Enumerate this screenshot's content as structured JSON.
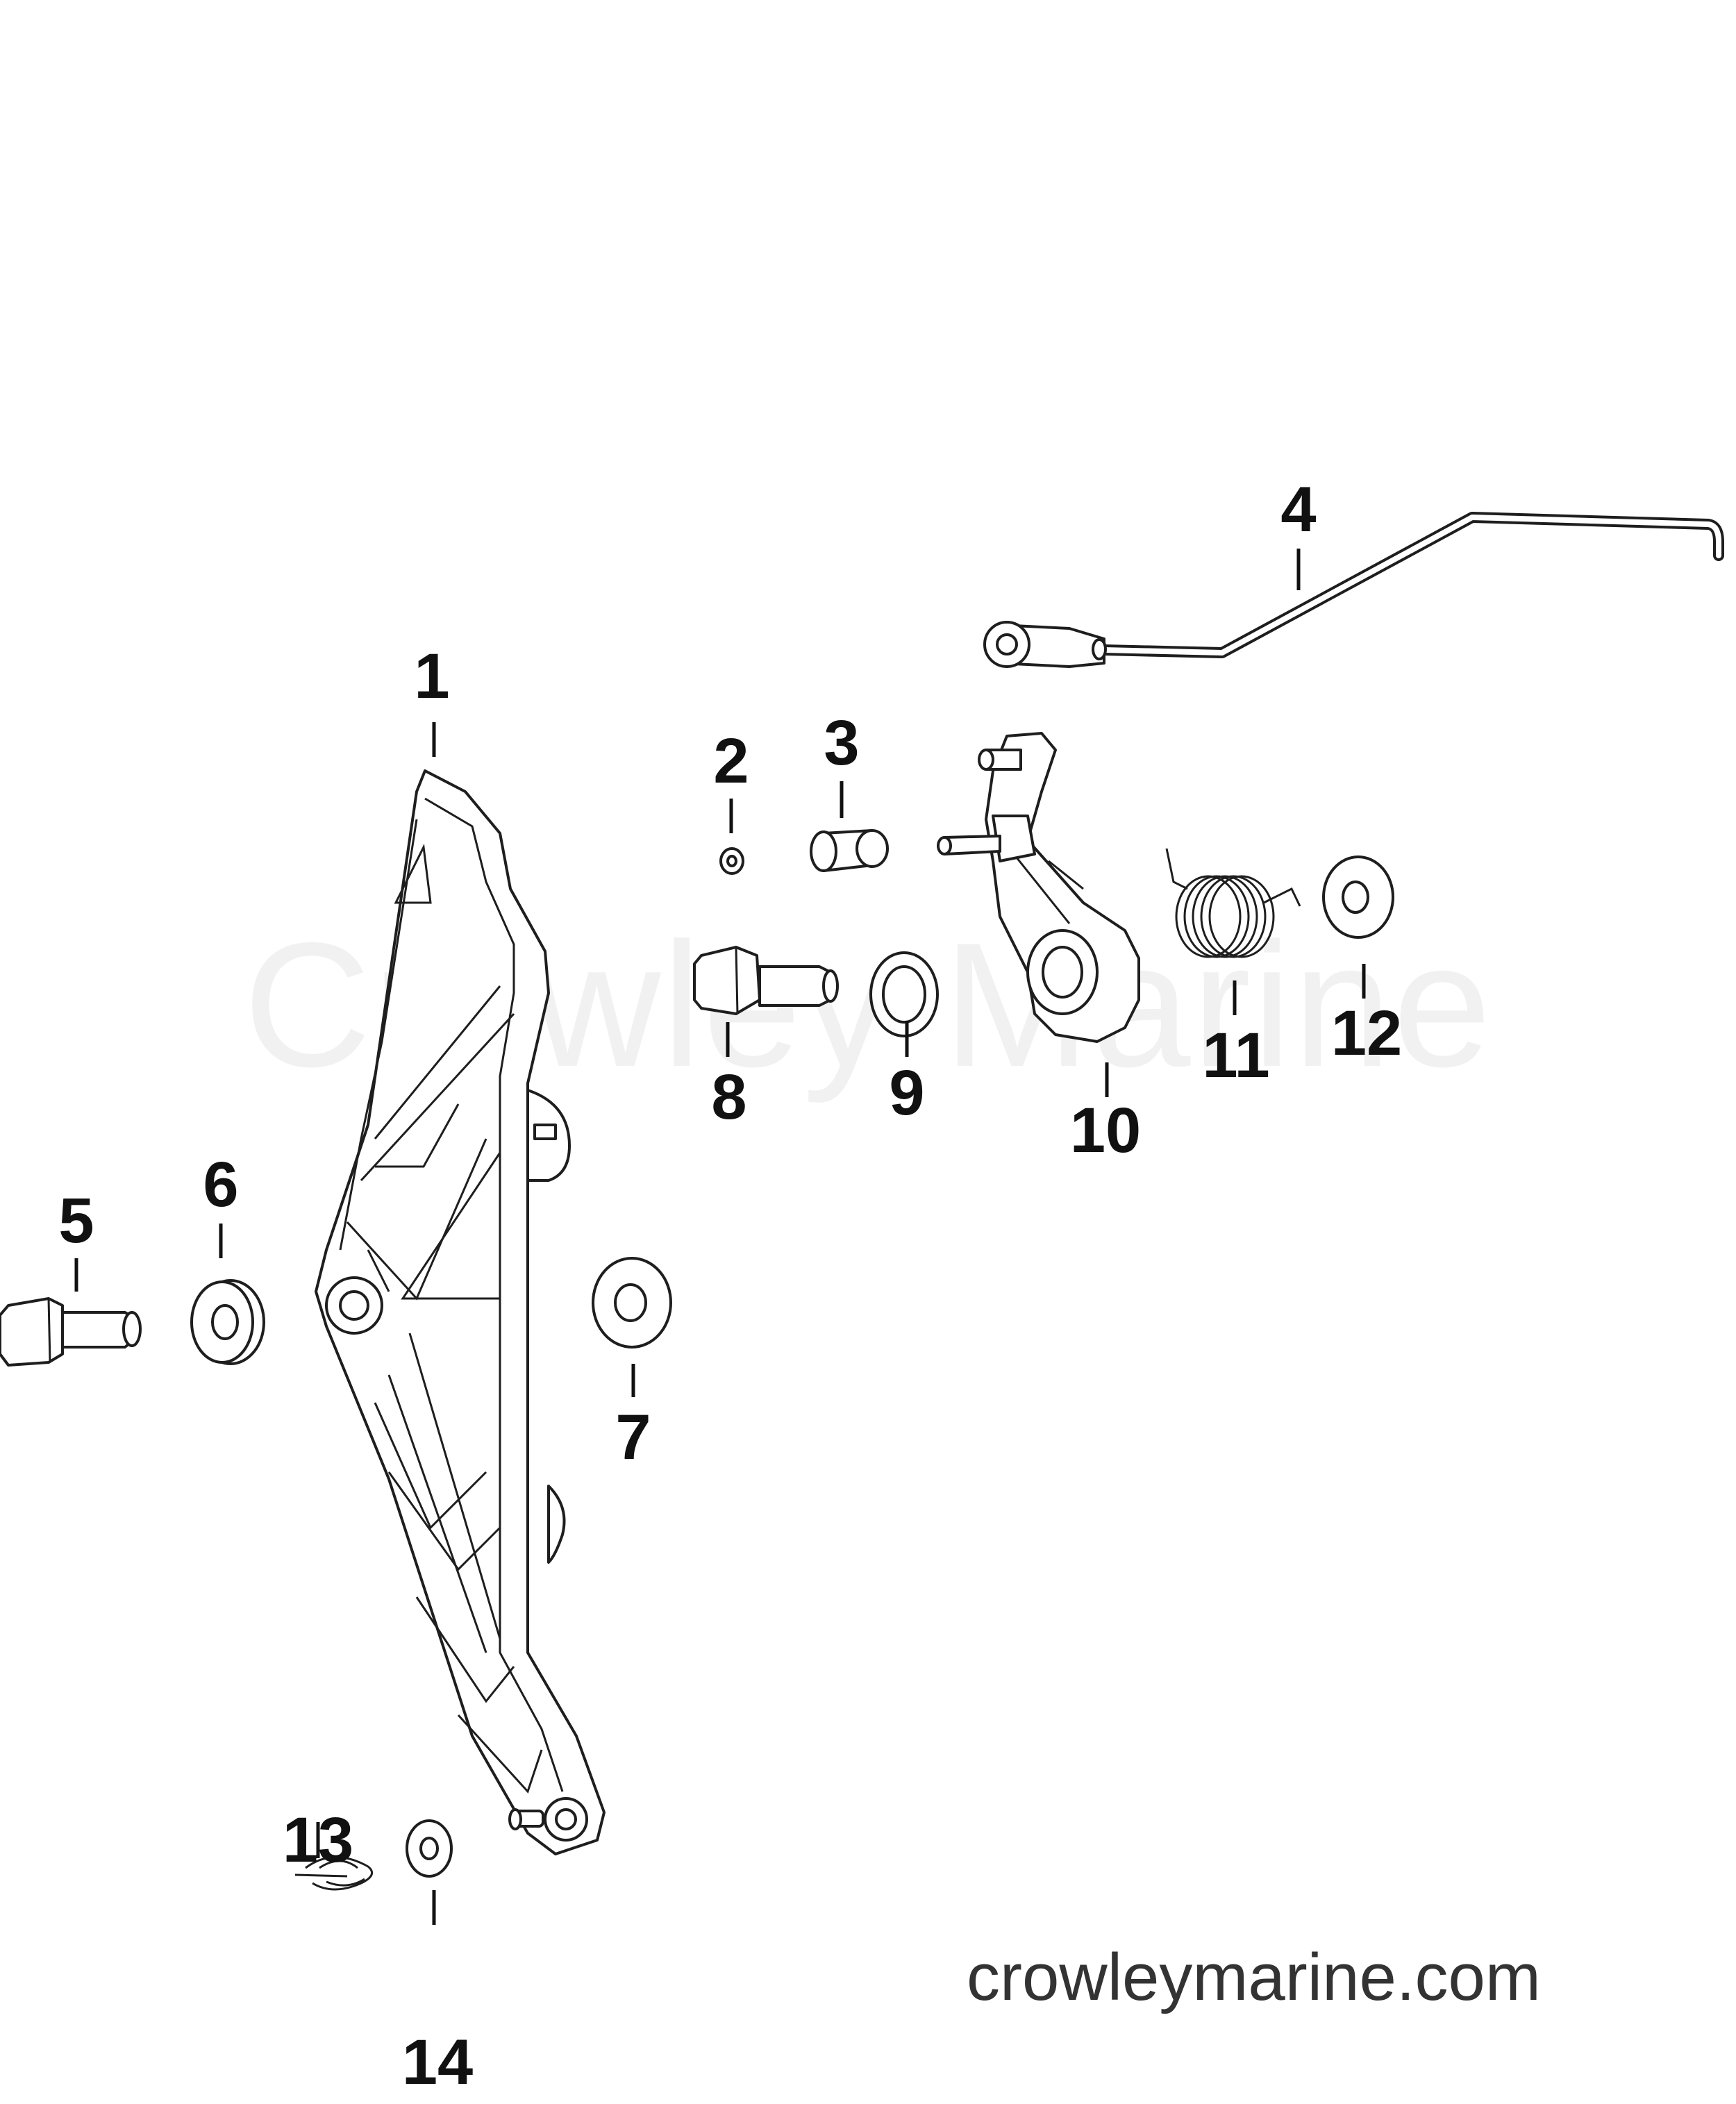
{
  "watermark": "Crowley Marine",
  "site_label": "crowleymarine.com",
  "colors": {
    "line": "#1e1e1e",
    "label": "#111111",
    "watermark": "#f1f1f1",
    "background": "#ffffff"
  },
  "callouts": {
    "c1": "1",
    "c2": "2",
    "c3": "3",
    "c4": "4",
    "c5": "5",
    "c6": "6",
    "c7": "7",
    "c8": "8",
    "c9": "9",
    "c10": "10",
    "c11": "11",
    "c12": "12",
    "c13": "13",
    "c14": "14"
  }
}
